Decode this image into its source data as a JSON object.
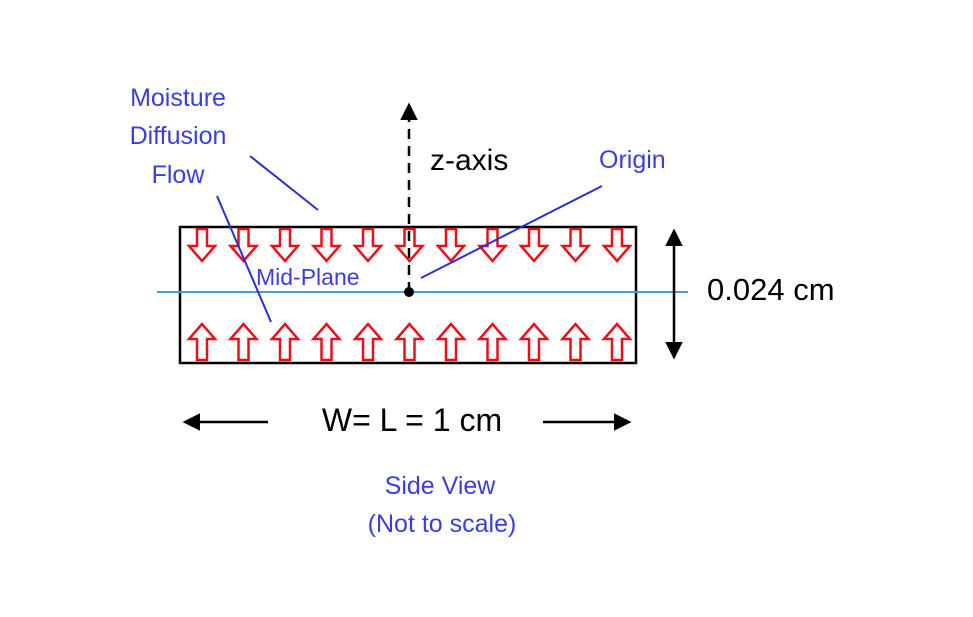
{
  "labels": {
    "moisture_line1": "Moisture",
    "moisture_line2": "Diffusion",
    "moisture_line3": "Flow",
    "z_axis": "z-axis",
    "origin": "Origin",
    "mid_plane": "Mid-Plane",
    "thickness": "0.024 cm",
    "width_length": "W= L = 1 cm",
    "view_line1": "Side View",
    "view_line2": "(Not to scale)"
  },
  "colors": {
    "label_blue": "#3a3ee0",
    "arrow_red": "#e8101a",
    "midplane_line": "#4a9be0",
    "outline": "#000000"
  },
  "arrows": {
    "top_count": 11,
    "bottom_count": 11,
    "top_direction": "down",
    "bottom_direction": "up"
  }
}
